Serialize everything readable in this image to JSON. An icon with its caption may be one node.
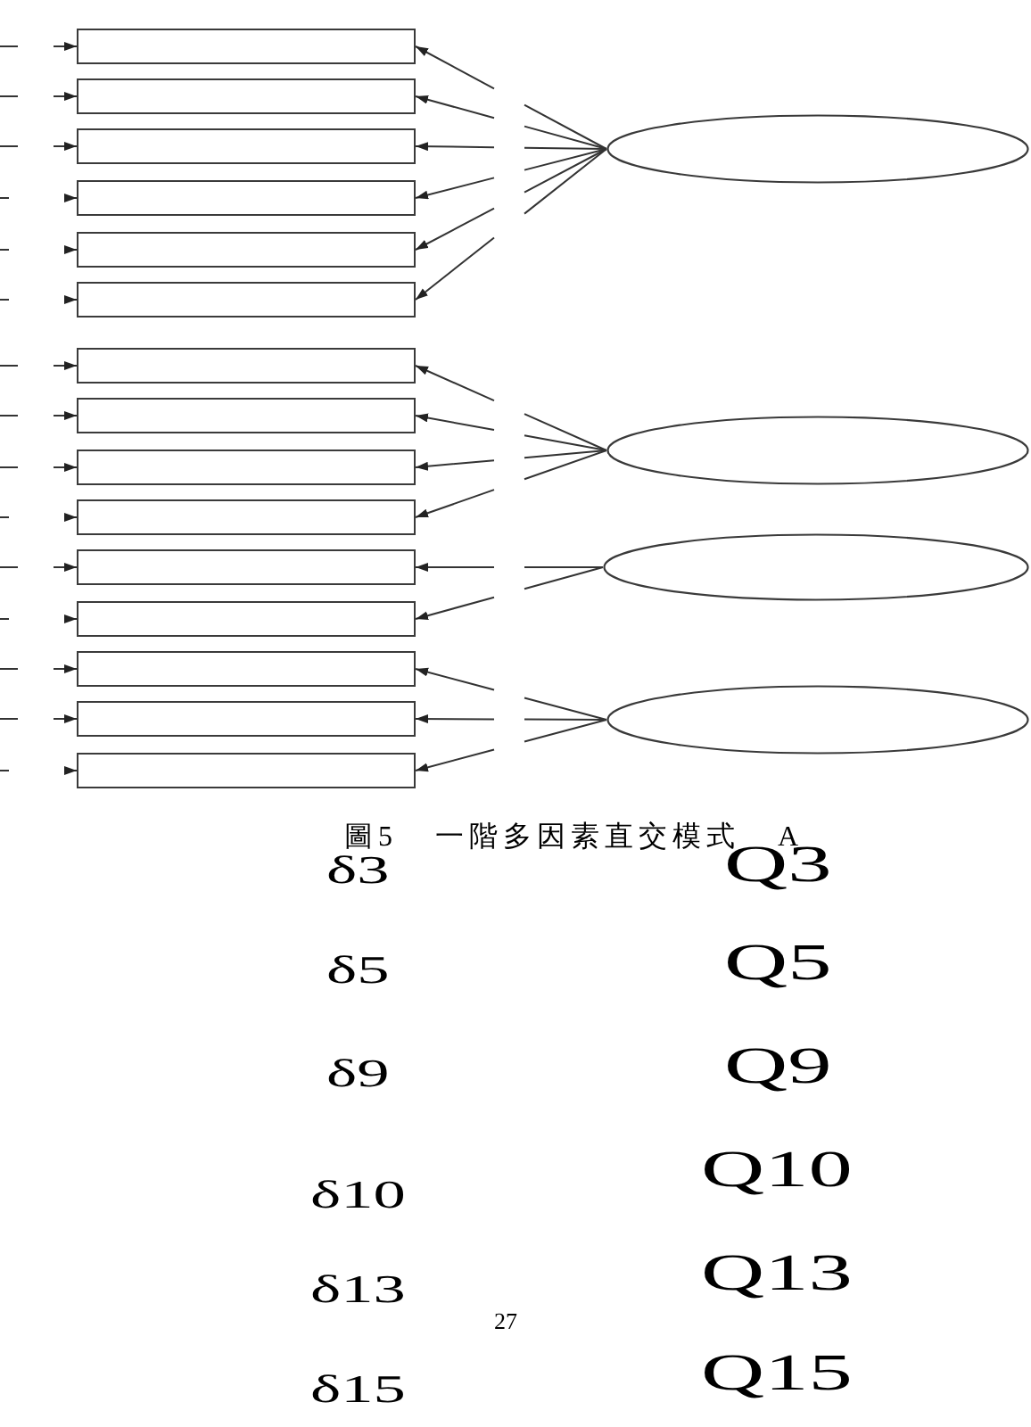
{
  "diagram": {
    "caption": "圖5 一階多因素直交模式 A",
    "nodes": [
      {
        "text": [],
        "shape": "box"
      },
      {
        "text": [],
        "shape": "box"
      },
      {
        "text": [],
        "shape": "box"
      },
      {
        "text": [],
        "shape": "box"
      },
      {
        "text": [],
        "shape": "box"
      },
      {
        "text": [],
        "shape": "box"
      },
      {
        "text": [],
        "shape": "box"
      },
      {
        "text": [],
        "shape": "box"
      },
      {
        "text": [],
        "shape": "box"
      },
      {
        "text": [],
        "shape": "box"
      },
      {
        "text": [],
        "shape": "box"
      },
      {
        "text": [],
        "shape": "box"
      },
      {
        "text": [],
        "shape": "box"
      },
      {
        "text": [],
        "shape": "box"
      },
      {
        "text": [],
        "shape": "box"
      },
      {
        "text": [],
        "shape": "ellipse"
      },
      {
        "text": [],
        "shape": "ellipse"
      },
      {
        "text": [],
        "shape": "ellipse"
      },
      {
        "text": [],
        "shape": "ellipse"
      }
    ],
    "edges": [
      {
        "from": null,
        "to": 0,
        "arrow": "to"
      },
      {
        "from": null,
        "to": 1,
        "arrow": "to"
      },
      {
        "from": null,
        "to": 2,
        "arrow": "to"
      },
      {
        "from": null,
        "to": 3,
        "arrow": "to"
      },
      {
        "from": null,
        "to": 4,
        "arrow": "to"
      },
      {
        "from": null,
        "to": 5,
        "arrow": "to"
      },
      {
        "from": null,
        "to": 6,
        "arrow": "to"
      },
      {
        "from": null,
        "to": 7,
        "arrow": "to"
      },
      {
        "from": null,
        "to": 8,
        "arrow": "to"
      },
      {
        "from": null,
        "to": 9,
        "arrow": "to"
      },
      {
        "from": null,
        "to": 10,
        "arrow": "to"
      },
      {
        "from": null,
        "to": 11,
        "arrow": "to"
      },
      {
        "from": null,
        "to": 12,
        "arrow": "to"
      },
      {
        "from": null,
        "to": 13,
        "arrow": "to"
      },
      {
        "from": null,
        "to": 14,
        "arrow": "to"
      },
      {
        "from": 15,
        "to": 0,
        "arrow": "to"
      },
      {
        "from": 15,
        "to": 1,
        "arrow": "to"
      },
      {
        "from": 15,
        "to": 2,
        "arrow": "to"
      },
      {
        "from": 15,
        "to": 3,
        "arrow": "to"
      },
      {
        "from": 15,
        "to": 4,
        "arrow": "to"
      },
      {
        "from": 15,
        "to": 5,
        "arrow": "to"
      },
      {
        "from": 16,
        "to": 6,
        "arrow": "to"
      },
      {
        "from": 16,
        "to": 7,
        "arrow": "to"
      },
      {
        "from": 16,
        "to": 8,
        "arrow": "to"
      },
      {
        "from": 16,
        "to": 9,
        "arrow": "to"
      },
      {
        "from": 17,
        "to": 10,
        "arrow": "to"
      },
      {
        "from": 17,
        "to": 11,
        "arrow": "to"
      },
      {
        "from": 18,
        "to": 12,
        "arrow": "to"
      },
      {
        "from": 18,
        "to": 13,
        "arrow": "to"
      },
      {
        "from": 18,
        "to": 14,
        "arrow": "to"
      }
    ],
    "labels": [
      "δ3",
      "Q3",
      "δ5",
      "Q5",
      "δ9",
      "Q9",
      "δ10",
      "Q10",
      "δ13",
      "Q13",
      "27",
      "δ15",
      "Q15"
    ]
  }
}
